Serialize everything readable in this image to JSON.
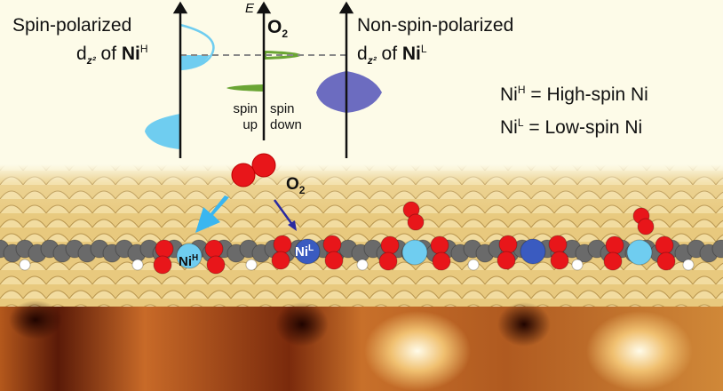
{
  "left_panel": {
    "title": "Spin-polarized",
    "orbital_prefix": "d",
    "orbital_sub": "z²",
    "of": "of",
    "element": "Ni",
    "element_sup": "H"
  },
  "center_panel": {
    "energy_axis": "E",
    "molecule": "O",
    "molecule_sub": "2",
    "spin_up_1": "spin",
    "spin_up_2": "up",
    "spin_down_1": "spin",
    "spin_down_2": "down"
  },
  "right_panel": {
    "title": "Non-spin-polarized",
    "orbital_prefix": "d",
    "orbital_sub": "z²",
    "of": "of",
    "element": "Ni",
    "element_sup": "L"
  },
  "legend": {
    "high_el": "Ni",
    "high_sup": "H",
    "high_text": "= High-spin Ni",
    "low_el": "Ni",
    "low_sup": "L",
    "low_text": "= Low-spin Ni"
  },
  "scene": {
    "o2_label": "O",
    "o2_sub": "2",
    "nih_label": "Ni",
    "nih_sup": "H",
    "nil_label": "Ni",
    "nil_sup": "L"
  },
  "colors": {
    "nih": "#6fcdf0",
    "nil": "#3a5bc0",
    "oxygen": "#e8161a",
    "carbon": "#6a6a6a",
    "hydrogen": "#ffffff",
    "o2_dos": "#6aa534",
    "nil_dos": "#6c6cc0",
    "surface": "#e9cc84"
  }
}
